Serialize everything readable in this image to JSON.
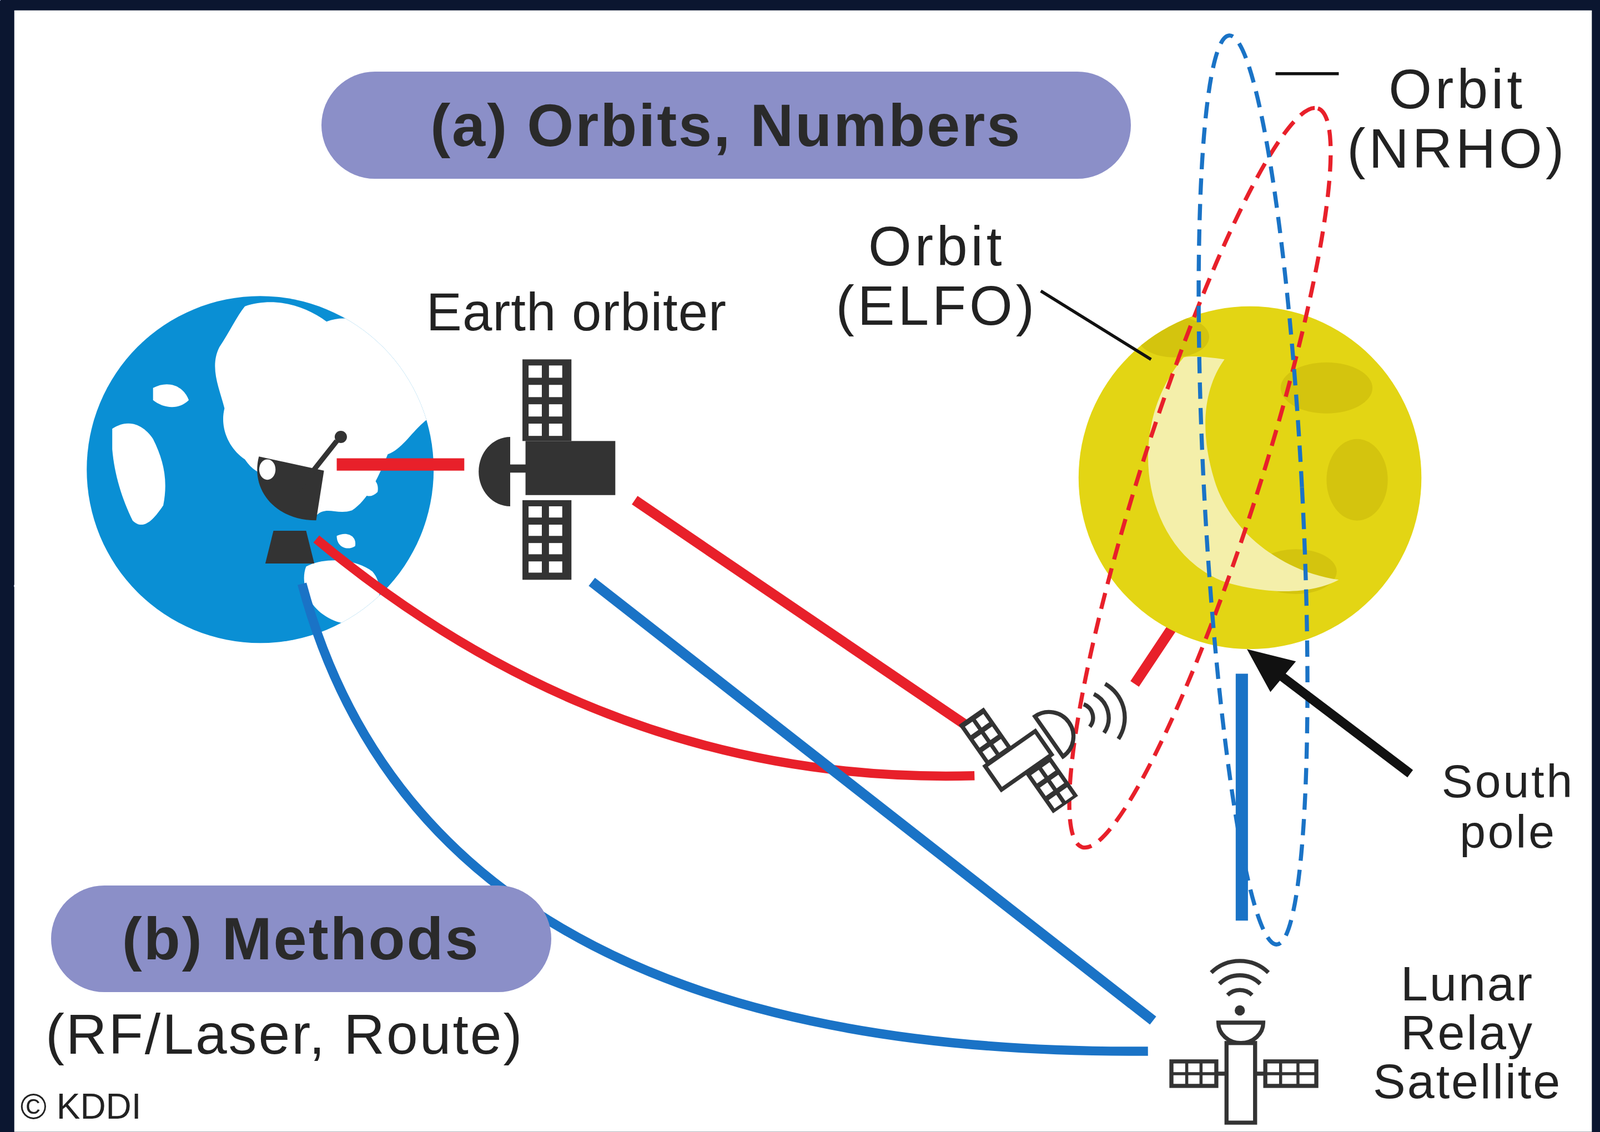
{
  "diagram": {
    "nodes": [
      {
        "text": [
          "(a) Orbits, Numbers"
        ]
      },
      {
        "text": [
          "(b) Methods",
          "(RF/Laser, Route)"
        ]
      }
    ],
    "labels": [
      "Earth orbiter",
      "Orbit (ELFO)",
      "Orbit (NRHO)",
      "South pole",
      "Lunar Relay Satellite",
      "© KDDI"
    ]
  }
}
